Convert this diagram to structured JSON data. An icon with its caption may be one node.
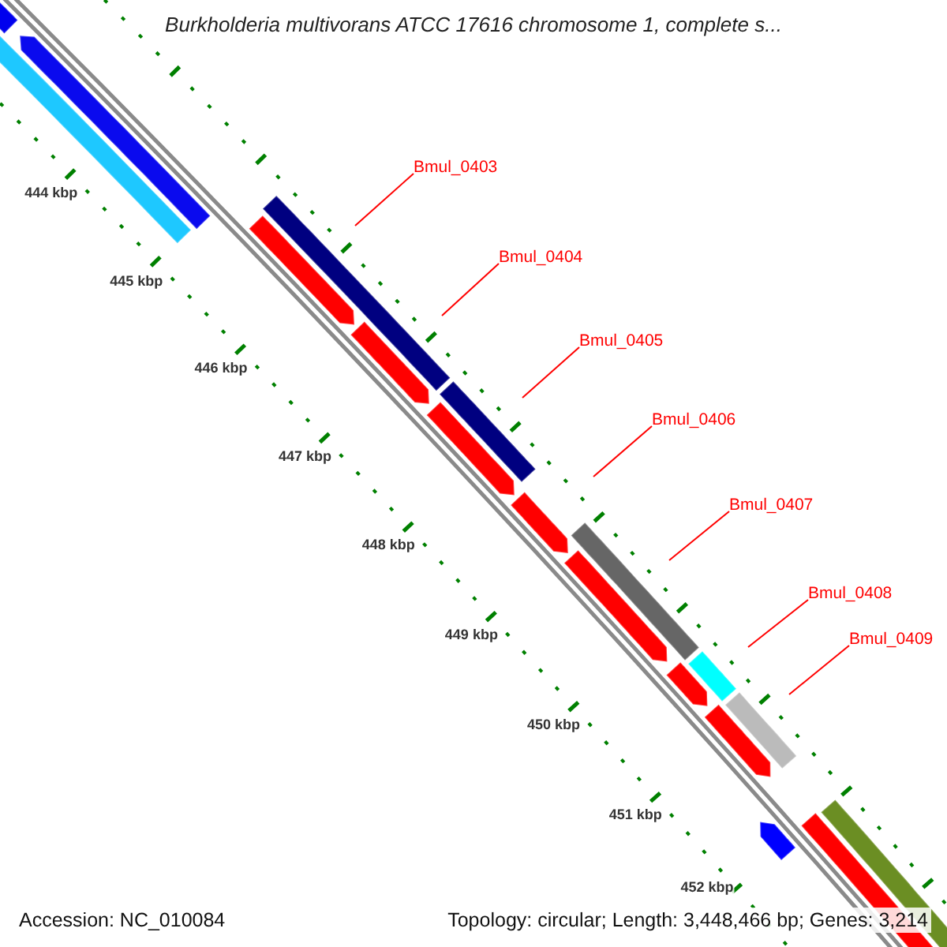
{
  "diagram": {
    "title": "Burkholderia multivorans ATCC 17616 chromosome 1, complete s...",
    "nodes": [
      {
        "text": [
          "Bmul_0403"
        ]
      },
      {
        "text": [
          "Bmul_0404"
        ]
      },
      {
        "text": [
          "Bmul_0405"
        ]
      },
      {
        "text": [
          "Bmul_0406"
        ]
      },
      {
        "text": [
          "Bmul_0407"
        ]
      },
      {
        "text": [
          "Bmul_0408"
        ]
      },
      {
        "text": [
          "Bmul_0409"
        ]
      }
    ],
    "edges": [
      {
        "from": 0,
        "to": null,
        "arrow": "none"
      },
      {
        "from": 1,
        "to": null,
        "arrow": "none"
      },
      {
        "from": 2,
        "to": null,
        "arrow": "none"
      },
      {
        "from": 3,
        "to": null,
        "arrow": "none"
      },
      {
        "from": 4,
        "to": null,
        "arrow": "none"
      },
      {
        "from": 5,
        "to": null,
        "arrow": "none"
      },
      {
        "from": 6,
        "to": null,
        "arrow": "none"
      }
    ],
    "labels": [
      "444 kbp",
      "445 kbp",
      "446 kbp",
      "447 kbp",
      "448 kbp",
      "449 kbp",
      "450 kbp",
      "451 kbp",
      "452 kbp",
      "Accession: NC_010084",
      "Topology: circular; Length: 3,448,466 bp; Genes: 3,214"
    ]
  }
}
